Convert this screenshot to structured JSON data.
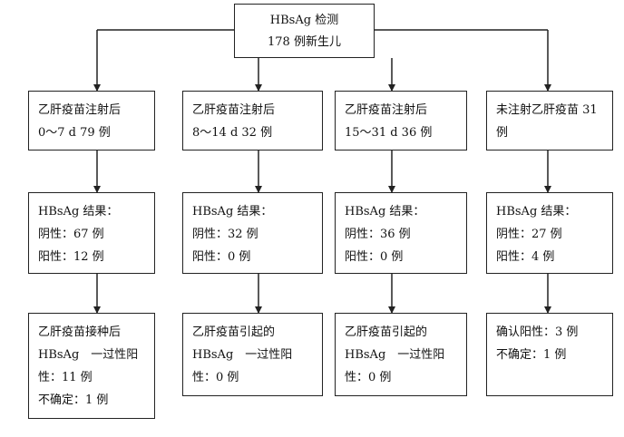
{
  "root": {
    "lines": [
      "HBsAg 检测",
      "178 例新生儿"
    ]
  },
  "groups": [
    {
      "header": [
        "乙肝疫苗注射后",
        "0～7 d 79 例"
      ],
      "result": [
        "HBsAg 结果：",
        "阴性：67 例",
        "阳性：12 例"
      ],
      "outcome": [
        "乙肝疫苗接种后",
        "HBsAg　一过性阳",
        "性：11 例",
        "不确定：1 例"
      ]
    },
    {
      "header": [
        "乙肝疫苗注射后",
        "8～14 d 32 例"
      ],
      "result": [
        "HBsAg 结果：",
        "阴性：32 例",
        "阳性：0 例"
      ],
      "outcome": [
        "乙肝疫苗引起的",
        "HBsAg　一过性阳",
        "性：0 例"
      ]
    },
    {
      "header": [
        "乙肝疫苗注射后",
        "15～31 d 36 例"
      ],
      "result": [
        "HBsAg 结果：",
        "阴性：36 例",
        "阳性：0 例"
      ],
      "outcome": [
        "乙肝疫苗引起的",
        "HBsAg　一过性阳",
        "性：0 例"
      ]
    },
    {
      "header": [
        "未注射乙肝疫苗 31",
        "例"
      ],
      "result": [
        "HBsAg 结果：",
        "阴性：27 例",
        "阳性：4 例"
      ],
      "outcome": [
        "确认阳性：3 例",
        "不确定：1 例"
      ]
    }
  ]
}
